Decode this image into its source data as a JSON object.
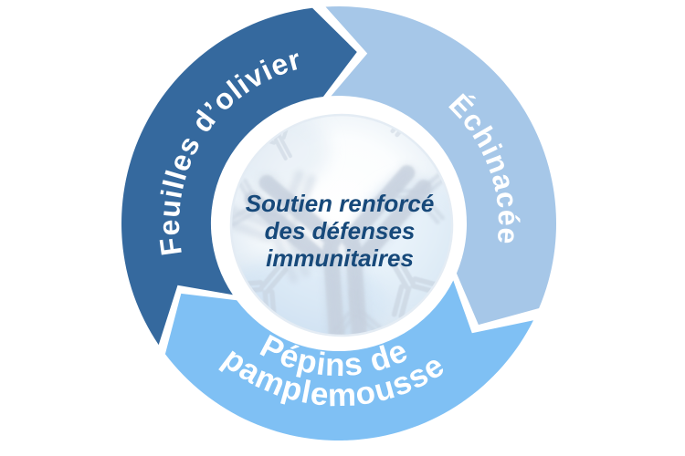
{
  "diagram": {
    "title": "Soutien renforcé des défenses immunitaires",
    "background_color": "#FFFFFF",
    "label_color": "#FFFFFF",
    "center": {
      "image": "antibodies-3d-illustration",
      "text_color": "#17497A",
      "line1": "Soutien renforcé",
      "line2": "des défenses",
      "line3": "immunitaires"
    },
    "segments": [
      {
        "id": "feuilles-olivier",
        "label": "Feuilles d’olivier",
        "color": "#35699E",
        "position": "left"
      },
      {
        "id": "echinacee",
        "label": "Échinacée",
        "color": "#A6C7E8",
        "position": "right"
      },
      {
        "id": "pepins-pamplemousse",
        "label": "Pépins de pamplemousse",
        "color": "#7FC0F4",
        "position": "bottom",
        "label_line1": "Pépins de",
        "label_line2": "pamplemousse"
      }
    ]
  }
}
